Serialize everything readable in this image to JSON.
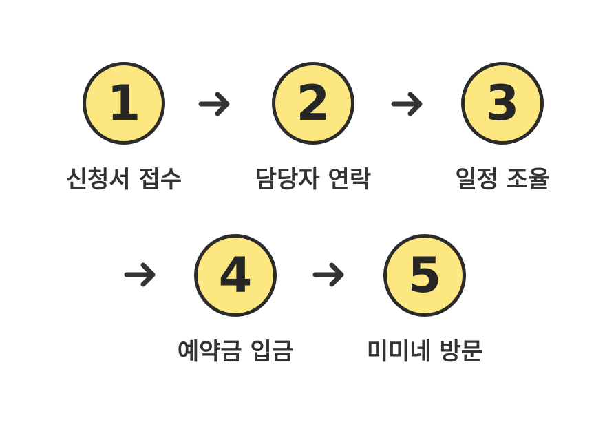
{
  "colors": {
    "circle_fill": "#fde780",
    "circle_stroke": "#2b2b2b",
    "text": "#333333",
    "arrow": "#333333"
  },
  "steps": [
    {
      "number": "1",
      "label": "신청서 접수"
    },
    {
      "number": "2",
      "label": "담당자 연락"
    },
    {
      "number": "3",
      "label": "일정 조율"
    },
    {
      "number": "4",
      "label": "예약금 입금"
    },
    {
      "number": "5",
      "label": "미미네 방문"
    }
  ],
  "arrow_icon": "right-arrow-icon"
}
